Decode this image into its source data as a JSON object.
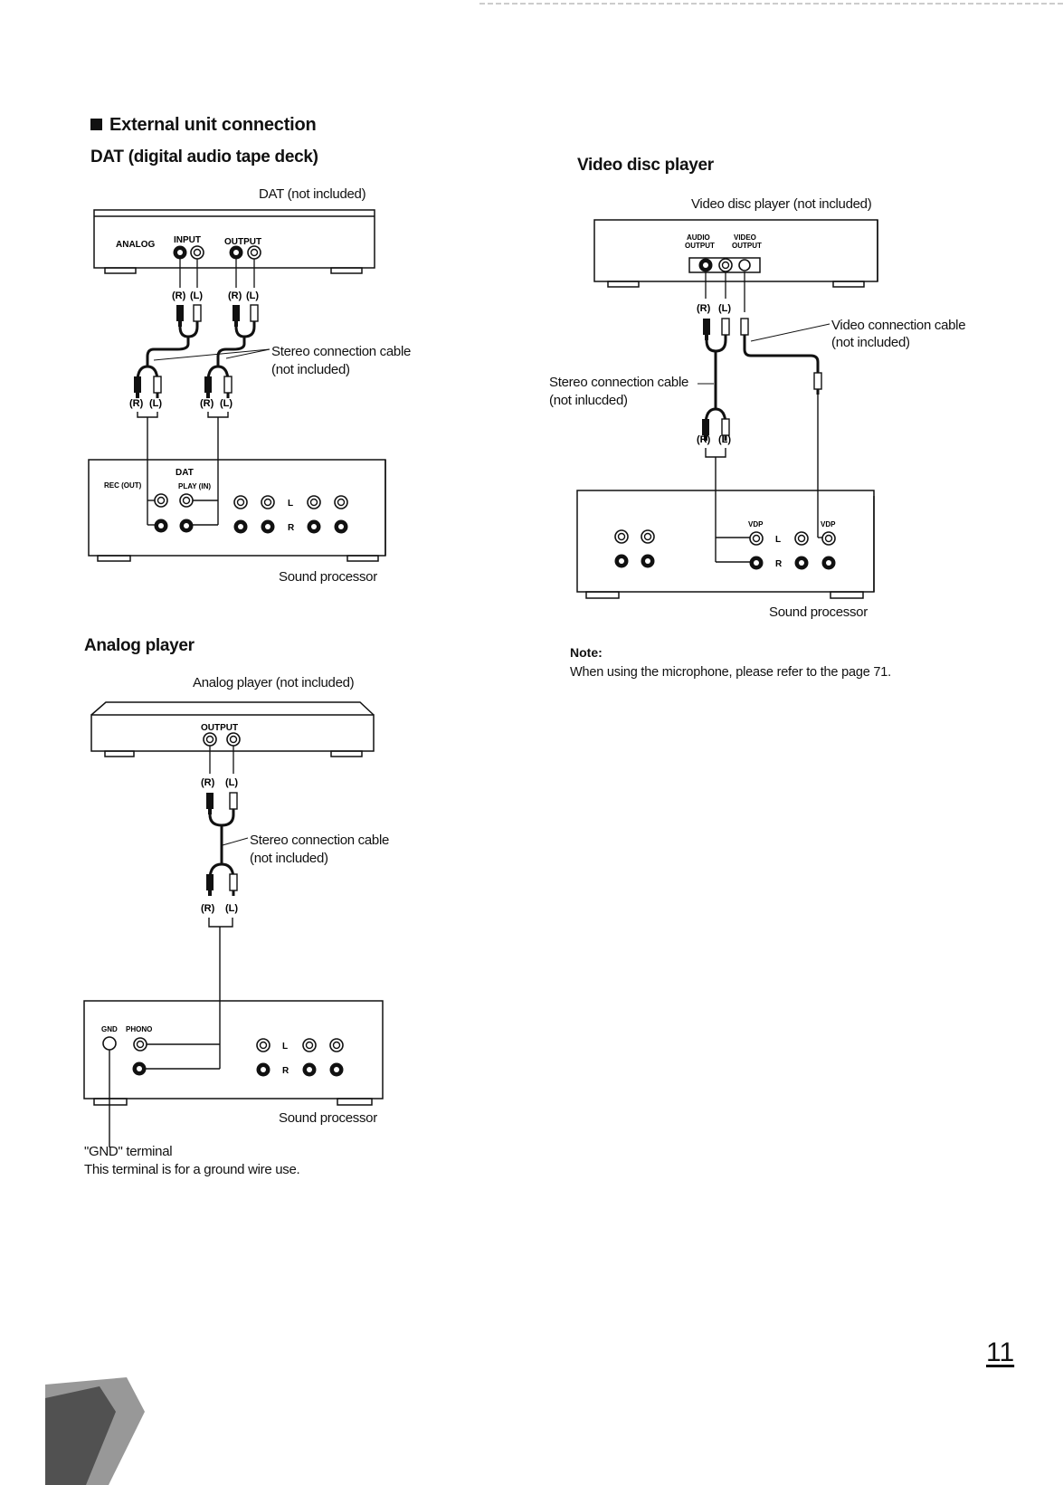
{
  "page_number": "11",
  "section": {
    "title": "External unit connection",
    "bullet_icon": "black-square-icon"
  },
  "dat": {
    "heading": "DAT (digital audio tape deck)",
    "device_caption": "DAT (not included)",
    "panel": {
      "analog": "ANALOG",
      "input": "INPUT",
      "output": "OUTPUT",
      "r1": "(R)",
      "l1": "(L)",
      "r2": "(R)",
      "l2": "(L)"
    },
    "cable_label_1": "Stereo connection cable",
    "cable_label_2": "(not included)",
    "plug_r1": "(R)",
    "plug_l1": "(L)",
    "plug_r2": "(R)",
    "plug_l2": "(L)",
    "processor": {
      "dat": "DAT",
      "rec_out": "REC (OUT)",
      "play_in": "PLAY (IN)",
      "l": "L",
      "r": "R"
    },
    "processor_caption": "Sound processor"
  },
  "analog": {
    "heading": "Analog player",
    "device_caption": "Analog player (not included)",
    "panel": {
      "output": "OUTPUT",
      "r": "(R)",
      "l": "(L)"
    },
    "cable_label_1": "Stereo connection cable",
    "cable_label_2": "(not included)",
    "plug_r": "(R)",
    "plug_l": "(L)",
    "processor": {
      "gnd": "GND",
      "phono": "PHONO",
      "l": "L",
      "r": "R"
    },
    "processor_caption": "Sound processor",
    "gnd_caption_1": "\"GND\" terminal",
    "gnd_caption_2": "This terminal is for a ground wire use."
  },
  "video": {
    "heading": "Video disc player",
    "device_caption": "Video disc player (not included)",
    "panel": {
      "audio_output_1": "AUDIO",
      "audio_output_2": "OUTPUT",
      "video_output_1": "VIDEO",
      "video_output_2": "OUTPUT",
      "r": "(R)",
      "l": "(L)"
    },
    "video_cable_1": "Video connection cable",
    "video_cable_2": "(not included)",
    "stereo_cable_1": "Stereo connection cable",
    "stereo_cable_2": "(not inlucded)",
    "plug_r": "(R)",
    "plug_l": "(L)",
    "processor": {
      "vdp1": "VDP",
      "vdp2": "VDP",
      "l": "L",
      "r": "R"
    },
    "processor_caption": "Sound processor"
  },
  "note": {
    "title": "Note:",
    "text": "When using the microphone, please refer to the page 71."
  }
}
